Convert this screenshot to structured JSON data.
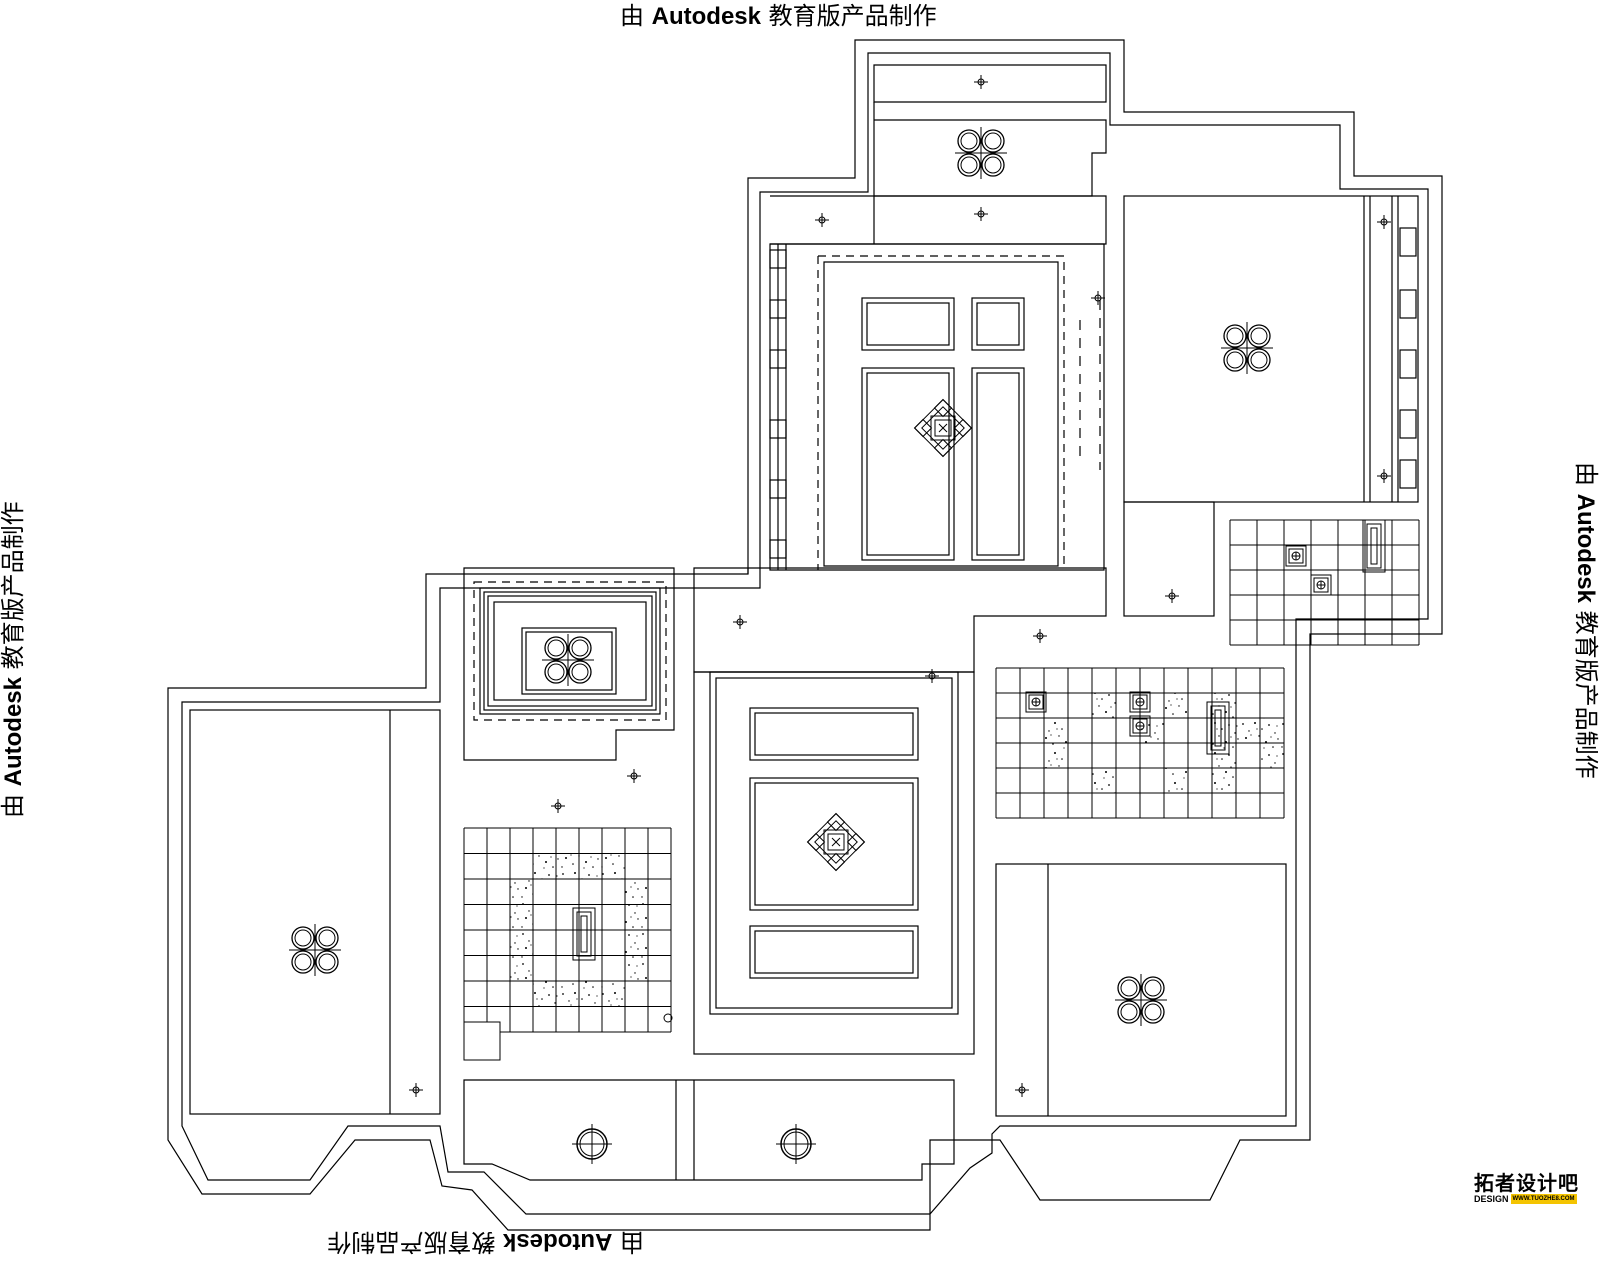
{
  "watermark": {
    "prefix": "由",
    "brand": "Autodesk",
    "suffix": "教育版产品制作"
  },
  "logo": {
    "cn": "拓者设计吧",
    "en": "DESIGN",
    "url": "WWW.TUOZHE8.COM",
    "accent_color": "#f4c400"
  },
  "drawing": {
    "line_color": "#000000",
    "background": "#ffffff",
    "symbols": [
      "light-fixture-four-circle-icon",
      "downlight-icon",
      "ceiling-medallion-icon",
      "exhaust-fan-icon",
      "pendant-light-icon",
      "terrazzo-tile"
    ]
  }
}
